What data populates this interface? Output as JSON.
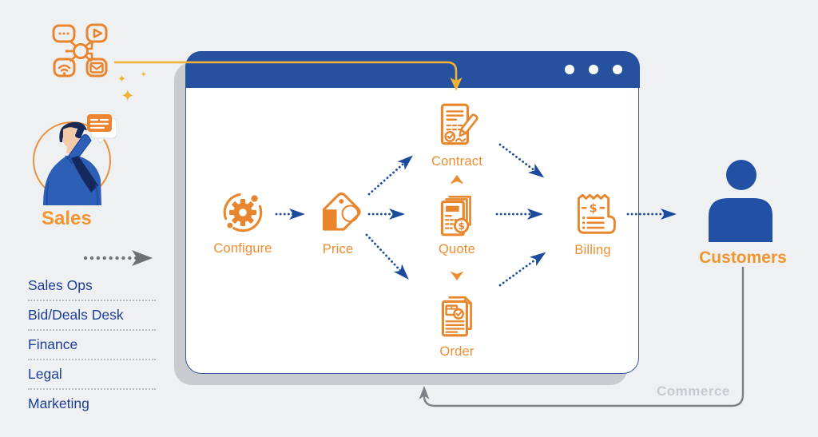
{
  "left_panel": {
    "sales_label": "Sales",
    "departments": [
      "Sales Ops",
      "Bid/Deals Desk",
      "Finance",
      "Legal",
      "Marketing"
    ]
  },
  "flow": {
    "nodes": [
      {
        "id": "configure",
        "label": "Configure"
      },
      {
        "id": "price",
        "label": "Price"
      },
      {
        "id": "contract",
        "label": "Contract"
      },
      {
        "id": "quote",
        "label": "Quote"
      },
      {
        "id": "order",
        "label": "Order"
      },
      {
        "id": "billing",
        "label": "Billing"
      }
    ]
  },
  "right_panel": {
    "customers_label": "Customers",
    "commerce_label": "Commerce"
  },
  "window": {
    "control_dot_count": 3
  },
  "colors": {
    "background": "#EFF0F2",
    "title_bar_blue": "#26519E",
    "icon_orange": "#E8862D",
    "label_orange": "#EE8D2E",
    "heading_orange": "#F0952F",
    "navy_text": "#1D3F97",
    "arrow_blue": "#1C4B9C",
    "highlight_yellow": "#F2B233",
    "feedback_line_gray": "#7D8084",
    "muted_gray_text": "#C7CBD0",
    "customers_blue": "#2250A4"
  }
}
